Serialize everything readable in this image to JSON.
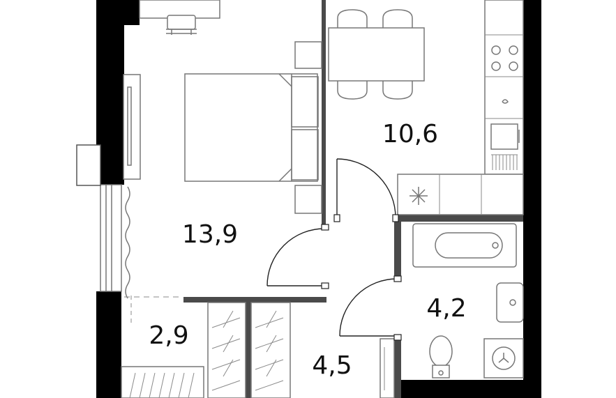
{
  "rooms": [
    {
      "id": "bedroom",
      "area": "13,9"
    },
    {
      "id": "kitchen",
      "area": "10,6"
    },
    {
      "id": "bathroom",
      "area": "4,2"
    },
    {
      "id": "hallway",
      "area": "4,5"
    },
    {
      "id": "wardrobe",
      "area": "2,9"
    }
  ],
  "colors": {
    "wall": "#000000",
    "partition": "#4a4a4a",
    "fixture": "#777777",
    "background": "#ffffff"
  }
}
